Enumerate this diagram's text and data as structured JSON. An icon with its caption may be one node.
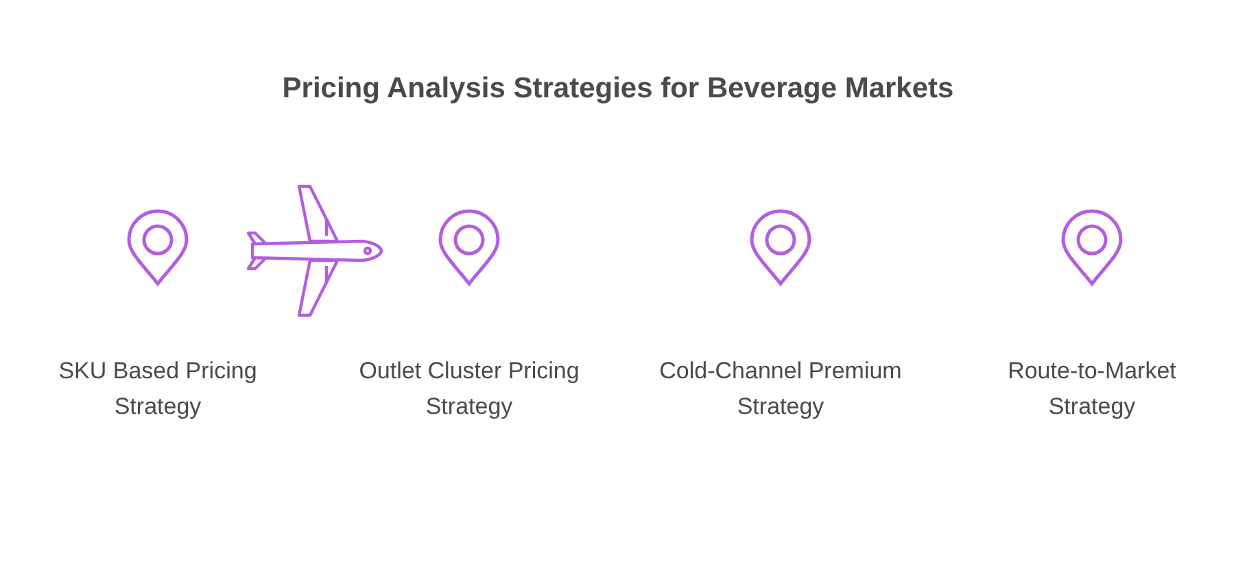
{
  "diagram": {
    "title": "Pricing Analysis Strategies for Beverage Markets",
    "labels": [
      "SKU Based Pricing Strategy",
      "Outlet Cluster Pricing Strategy",
      "Cold-Channel Premium Strategy",
      "Route-to-Market Strategy"
    ]
  }
}
